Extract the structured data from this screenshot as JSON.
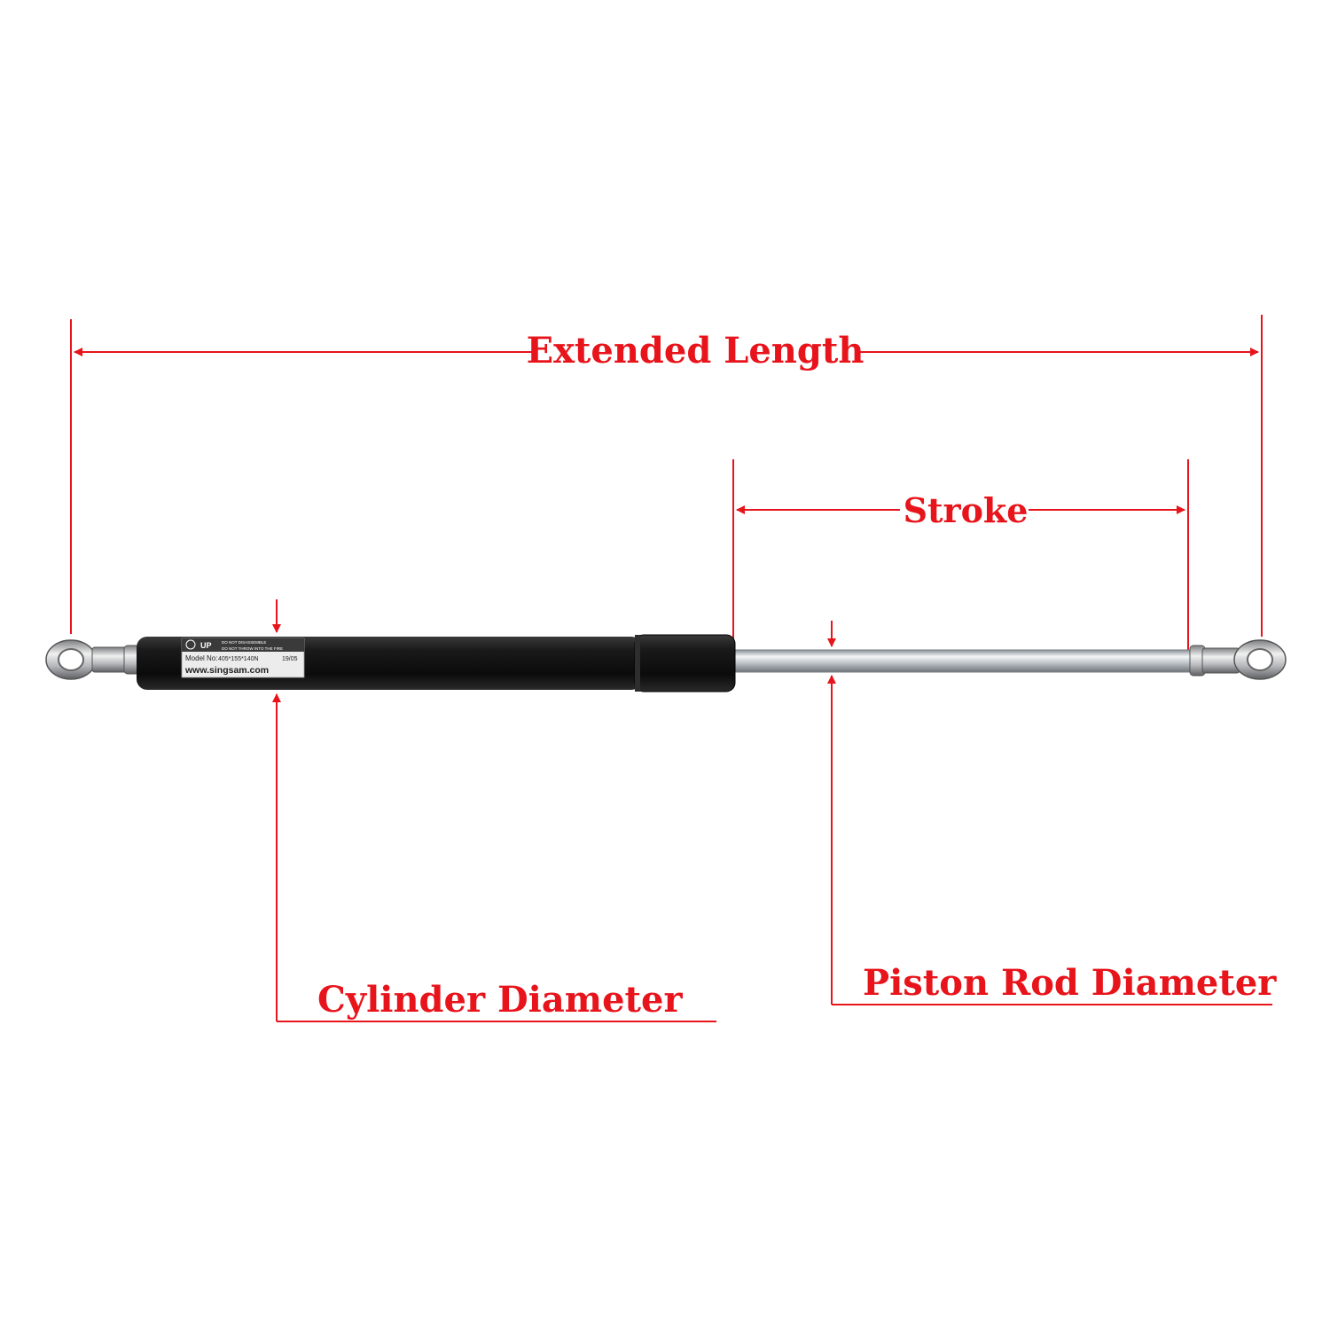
{
  "labels": {
    "extended_length": "Extended Length",
    "stroke": "Stroke",
    "cylinder_diameter": "Cylinder Diameter",
    "piston_rod_diameter": "Piston Rod Diameter"
  },
  "product_label": {
    "model_no": "Model No:",
    "model_value": "405*155*140N",
    "date_code": "19/05",
    "website": "www.singsam.com",
    "warning_1": "DO NOT DISASSEMBLE",
    "warning_2": "DO NOT THROW INTO THE FIRE",
    "up_mark": "UP"
  },
  "colors": {
    "annotation": "#e8141b",
    "cylinder": "#141414",
    "rod": "#c8ccd0"
  }
}
